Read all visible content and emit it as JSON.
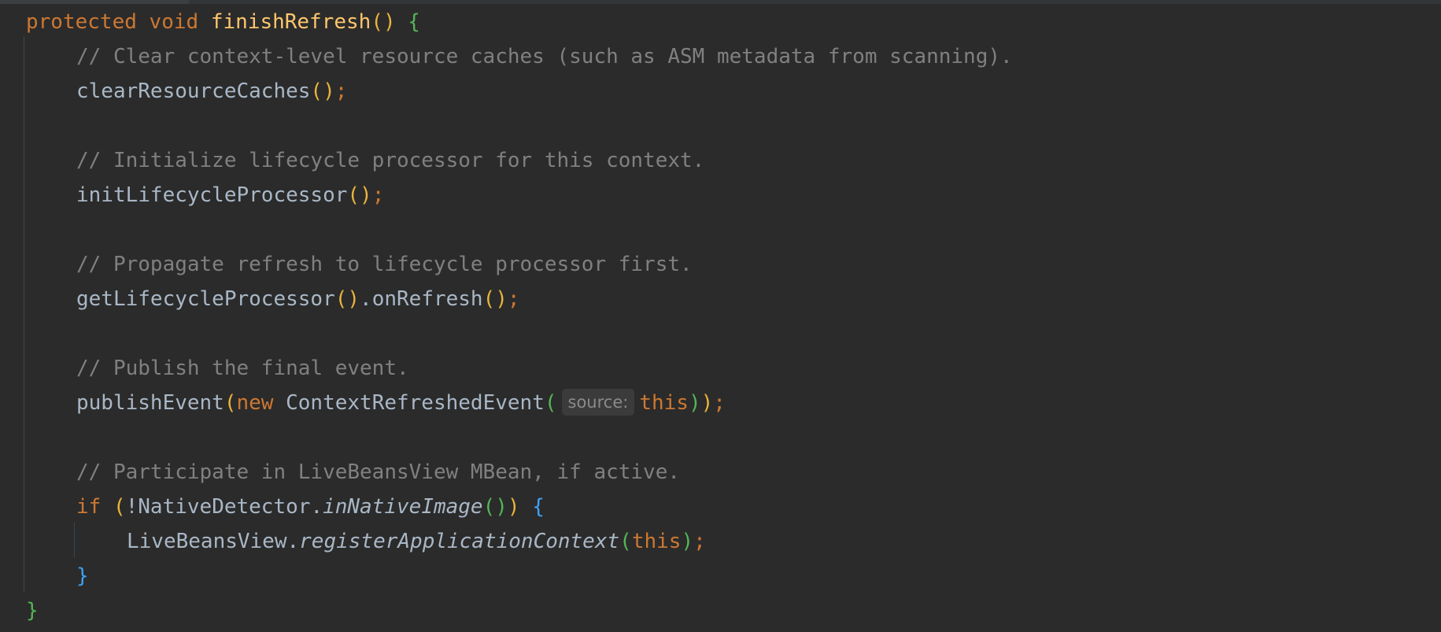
{
  "editor": {
    "colors": {
      "background": "#2b2b2b",
      "keyword": "#cc7832",
      "method": "#ffc66d",
      "identifier": "#a9b7c6",
      "comment": "#808080",
      "paren_green": "#55b557",
      "paren_yellow": "#e9b43b",
      "brace_blue": "#3fa1f2"
    },
    "tokens": {
      "protected": "protected",
      "void": "void",
      "method_name": "finishRefresh",
      "new": "new",
      "if": "if",
      "this": "this",
      "open_paren": "(",
      "close_paren": ")",
      "open_brace": "{",
      "close_brace": "}",
      "semicolon": ";",
      "paren_pair": "()",
      "paren_semi": "();",
      "dot": ".",
      "space": " "
    },
    "comments": {
      "clear_caches": "// Clear context-level resource caches (such as ASM metadata from scanning).",
      "init_lifecycle": "// Initialize lifecycle processor for this context.",
      "propagate": "// Propagate refresh to lifecycle processor first.",
      "publish": "// Publish the final event.",
      "participate": "// Participate in LiveBeansView MBean, if active."
    },
    "calls": {
      "clear_resource_caches": "clearResourceCaches",
      "init_lifecycle_processor": "initLifecycleProcessor",
      "get_lifecycle_processor": "getLifecycleProcessor",
      "on_refresh": "onRefresh",
      "publish_event": "publishEvent",
      "context_refreshed_event": "ContextRefreshedEvent",
      "not_native_detector": "!NativeDetector",
      "in_native_image": "inNativeImage",
      "live_beans_view": "LiveBeansView",
      "register_application_context": "registerApplicationContext"
    },
    "hints": {
      "source": "source:"
    }
  }
}
